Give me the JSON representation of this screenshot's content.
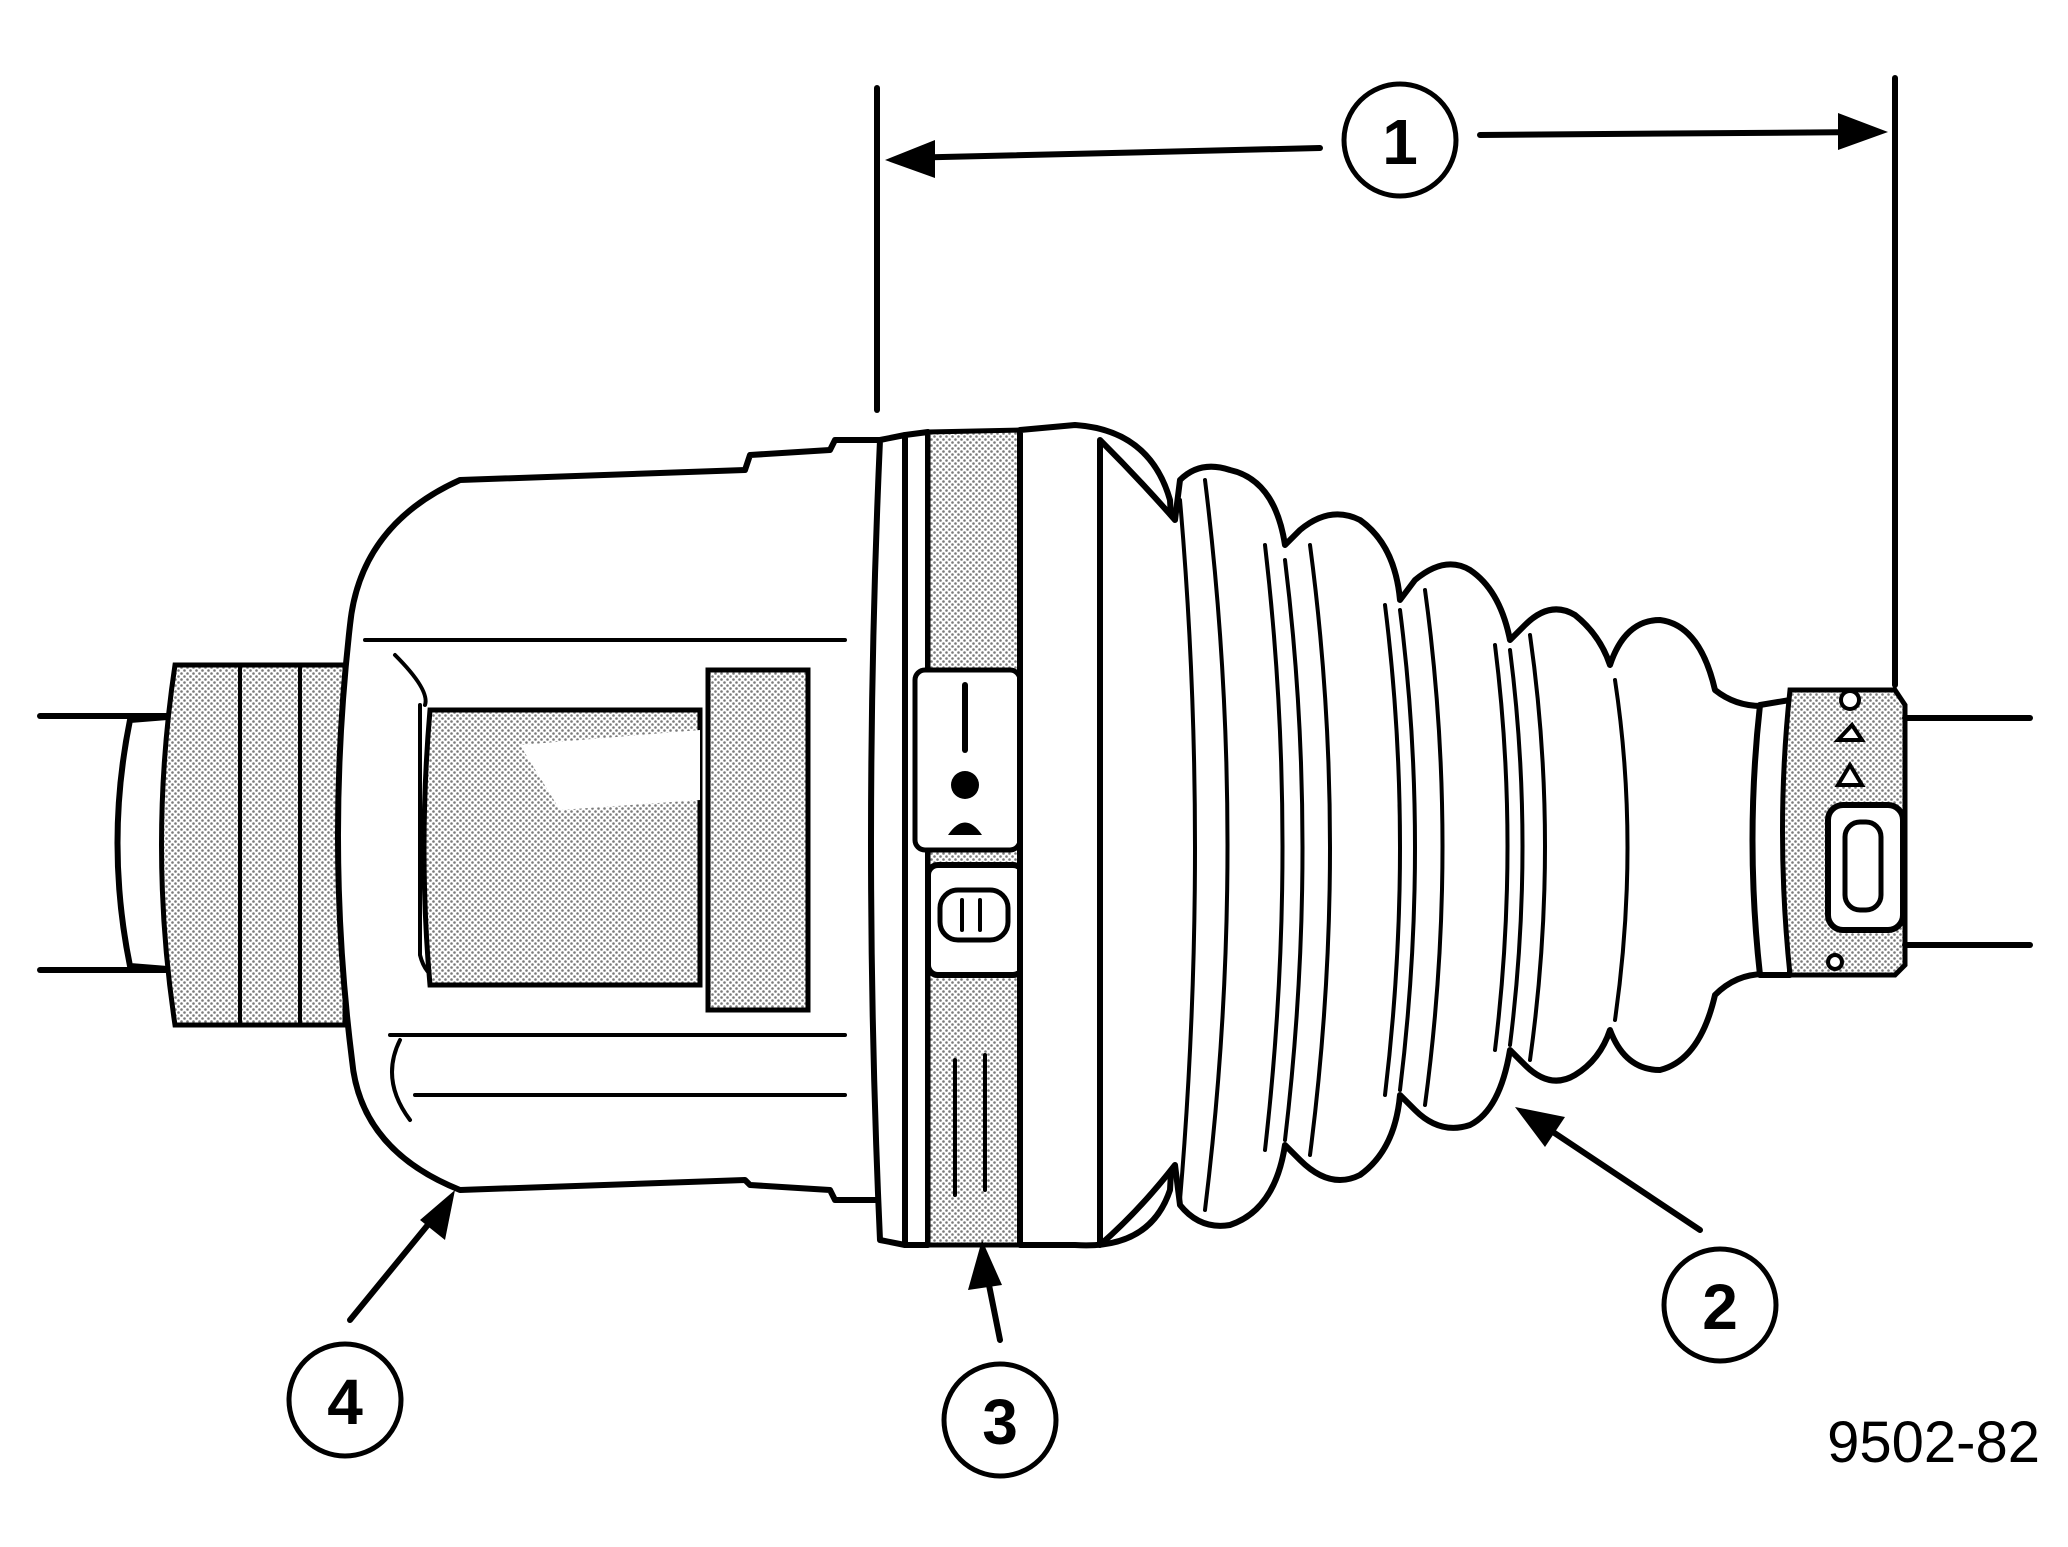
{
  "callouts": {
    "c1": "1",
    "c2": "2",
    "c3": "3",
    "c4": "4"
  },
  "figure_id": "9502-82",
  "colors": {
    "line": "#000000",
    "background": "#ffffff",
    "stipple": "#9a9a9a"
  }
}
